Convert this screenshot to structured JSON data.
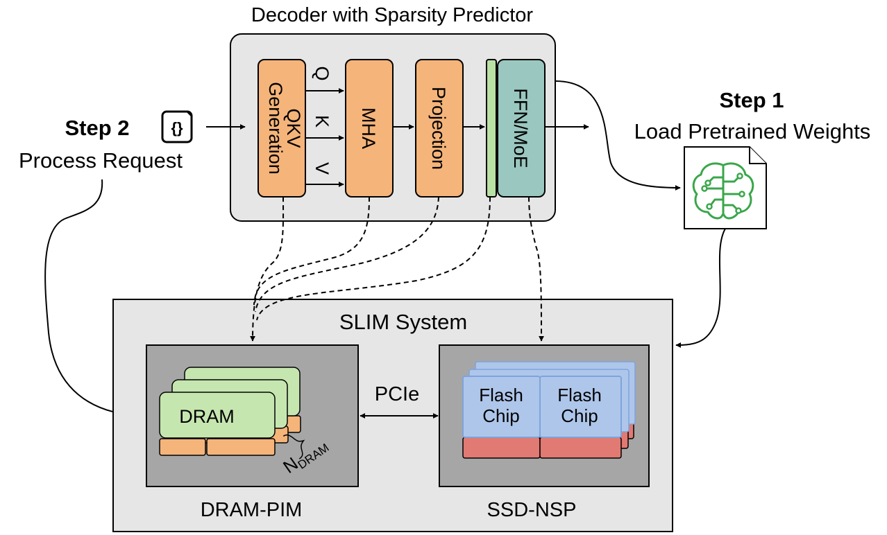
{
  "decoder": {
    "title": "Decoder with Sparsity Predictor",
    "qkv_label_line1": "QKV",
    "qkv_label_line2": "Generation",
    "q_label": "Q",
    "k_label": "K",
    "v_label": "V",
    "mha_label": "MHA",
    "projection_label": "Projection",
    "ffn_label": "FFN/MoE"
  },
  "step1": {
    "title": "Step 1",
    "subtitle": "Load Pretrained Weights",
    "icon": "brain-circuit-file-icon"
  },
  "step2": {
    "title": "Step 2",
    "subtitle": "Process Request",
    "icon": "json-braces-icon",
    "icon_text": "{}"
  },
  "system": {
    "title": "SLIM System",
    "dram_pim": {
      "caption": "DRAM-PIM",
      "chip_label": "DRAM",
      "count_label_main": "N",
      "count_label_sub": "DRAM"
    },
    "link_label": "PCIe",
    "ssd_nsp": {
      "caption": "SSD-NSP",
      "chips": [
        {
          "line1": "Flash",
          "line2": "Chip"
        },
        {
          "line1": "Flash",
          "line2": "Chip"
        }
      ]
    }
  },
  "colors": {
    "orange_block": "#f5b47a",
    "green_predictor": "#b9e0a5",
    "teal_ffn": "#9ac7bf",
    "gray_panel": "#e6e6e6",
    "dark_panel": "#a6a6a6",
    "dram_green": "#c6e6b0",
    "dram_orange": "#f5b47a",
    "flash_blue": "#aec6ea",
    "flash_red": "#e07a72",
    "circuit_green": "#3aa64a"
  }
}
